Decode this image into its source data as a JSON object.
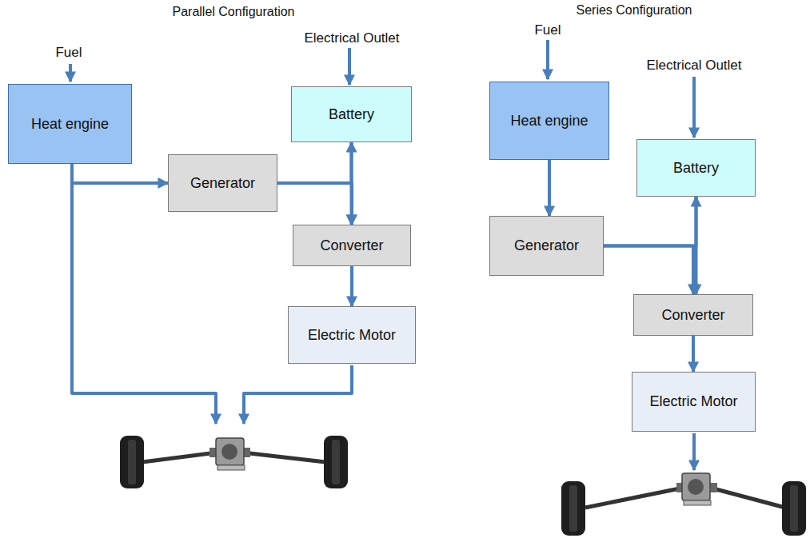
{
  "diagram": {
    "nodes": [
      {
        "text": [
          "Heat engine"
        ]
      },
      {
        "text": [
          "Generator"
        ]
      },
      {
        "text": [
          "Battery"
        ]
      },
      {
        "text": [
          "Converter"
        ]
      },
      {
        "text": [
          "Electric Motor"
        ]
      },
      {
        "text": [
          "Heat engine"
        ]
      },
      {
        "text": [
          "Battery"
        ]
      },
      {
        "text": [
          "Generator"
        ]
      },
      {
        "text": [
          "Converter"
        ]
      },
      {
        "text": [
          "Electric Motor"
        ]
      }
    ],
    "edges": [
      {
        "from": 0,
        "to": 1,
        "arrow": "to"
      },
      {
        "from": 1,
        "to": 2,
        "arrow": "to"
      },
      {
        "from": 1,
        "to": 3,
        "arrow": "to"
      },
      {
        "from": 2,
        "to": 3,
        "arrow": "to"
      },
      {
        "from": 3,
        "to": 4,
        "arrow": "to"
      },
      {
        "from": 5,
        "to": 7,
        "arrow": "to"
      },
      {
        "from": 7,
        "to": 6,
        "arrow": "to"
      },
      {
        "from": 7,
        "to": 8,
        "arrow": "to"
      },
      {
        "from": 6,
        "to": 8,
        "arrow": "to"
      },
      {
        "from": 8,
        "to": 9,
        "arrow": "to"
      }
    ],
    "labels": [
      "Parallel Configuration",
      "Fuel",
      "Electrical Outlet",
      "Series Configuration",
      "Fuel",
      "Electrical Outlet"
    ]
  }
}
